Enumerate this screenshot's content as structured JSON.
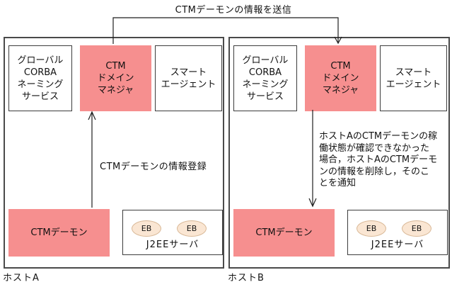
{
  "diagram": {
    "top_flow_label": "CTMデーモンの情報を送信",
    "hosts": [
      {
        "label": "ホストA",
        "boxes": {
          "naming_service": "グローバル\nCORBA\nネーミング\nサービス",
          "ctm_domain_manager": "CTM\nドメイン\nマネジャ",
          "smart_agent": "スマート\nエージェント",
          "ctm_daemon": "CTMデーモン",
          "j2ee_server_label": "J2EEサーバ",
          "eb_labels": [
            "EB",
            "EB"
          ]
        },
        "annotation": "CTMデーモンの情報登録"
      },
      {
        "label": "ホストB",
        "boxes": {
          "naming_service": "グローバル\nCORBA\nネーミング\nサービス",
          "ctm_domain_manager": "CTM\nドメイン\nマネジャ",
          "smart_agent": "スマート\nエージェント",
          "ctm_daemon": "CTMデーモン",
          "j2ee_server_label": "J2EEサーバ",
          "eb_labels": [
            "EB",
            "EB"
          ]
        },
        "annotation": "ホストAのCTMデーモンの稼\n働状態が確認できなかった\n場合，ホストAのCTMデーモ\nンの情報を削除し，そのこ\nとを通知"
      }
    ],
    "colors": {
      "pink": "#F68F8F",
      "eb_fill": "#FAE6D3",
      "eb_border": "#D8B795",
      "box_border": "#3C3C3C",
      "host_border": "#4A4A4A",
      "line": "#1F1F1F"
    }
  }
}
